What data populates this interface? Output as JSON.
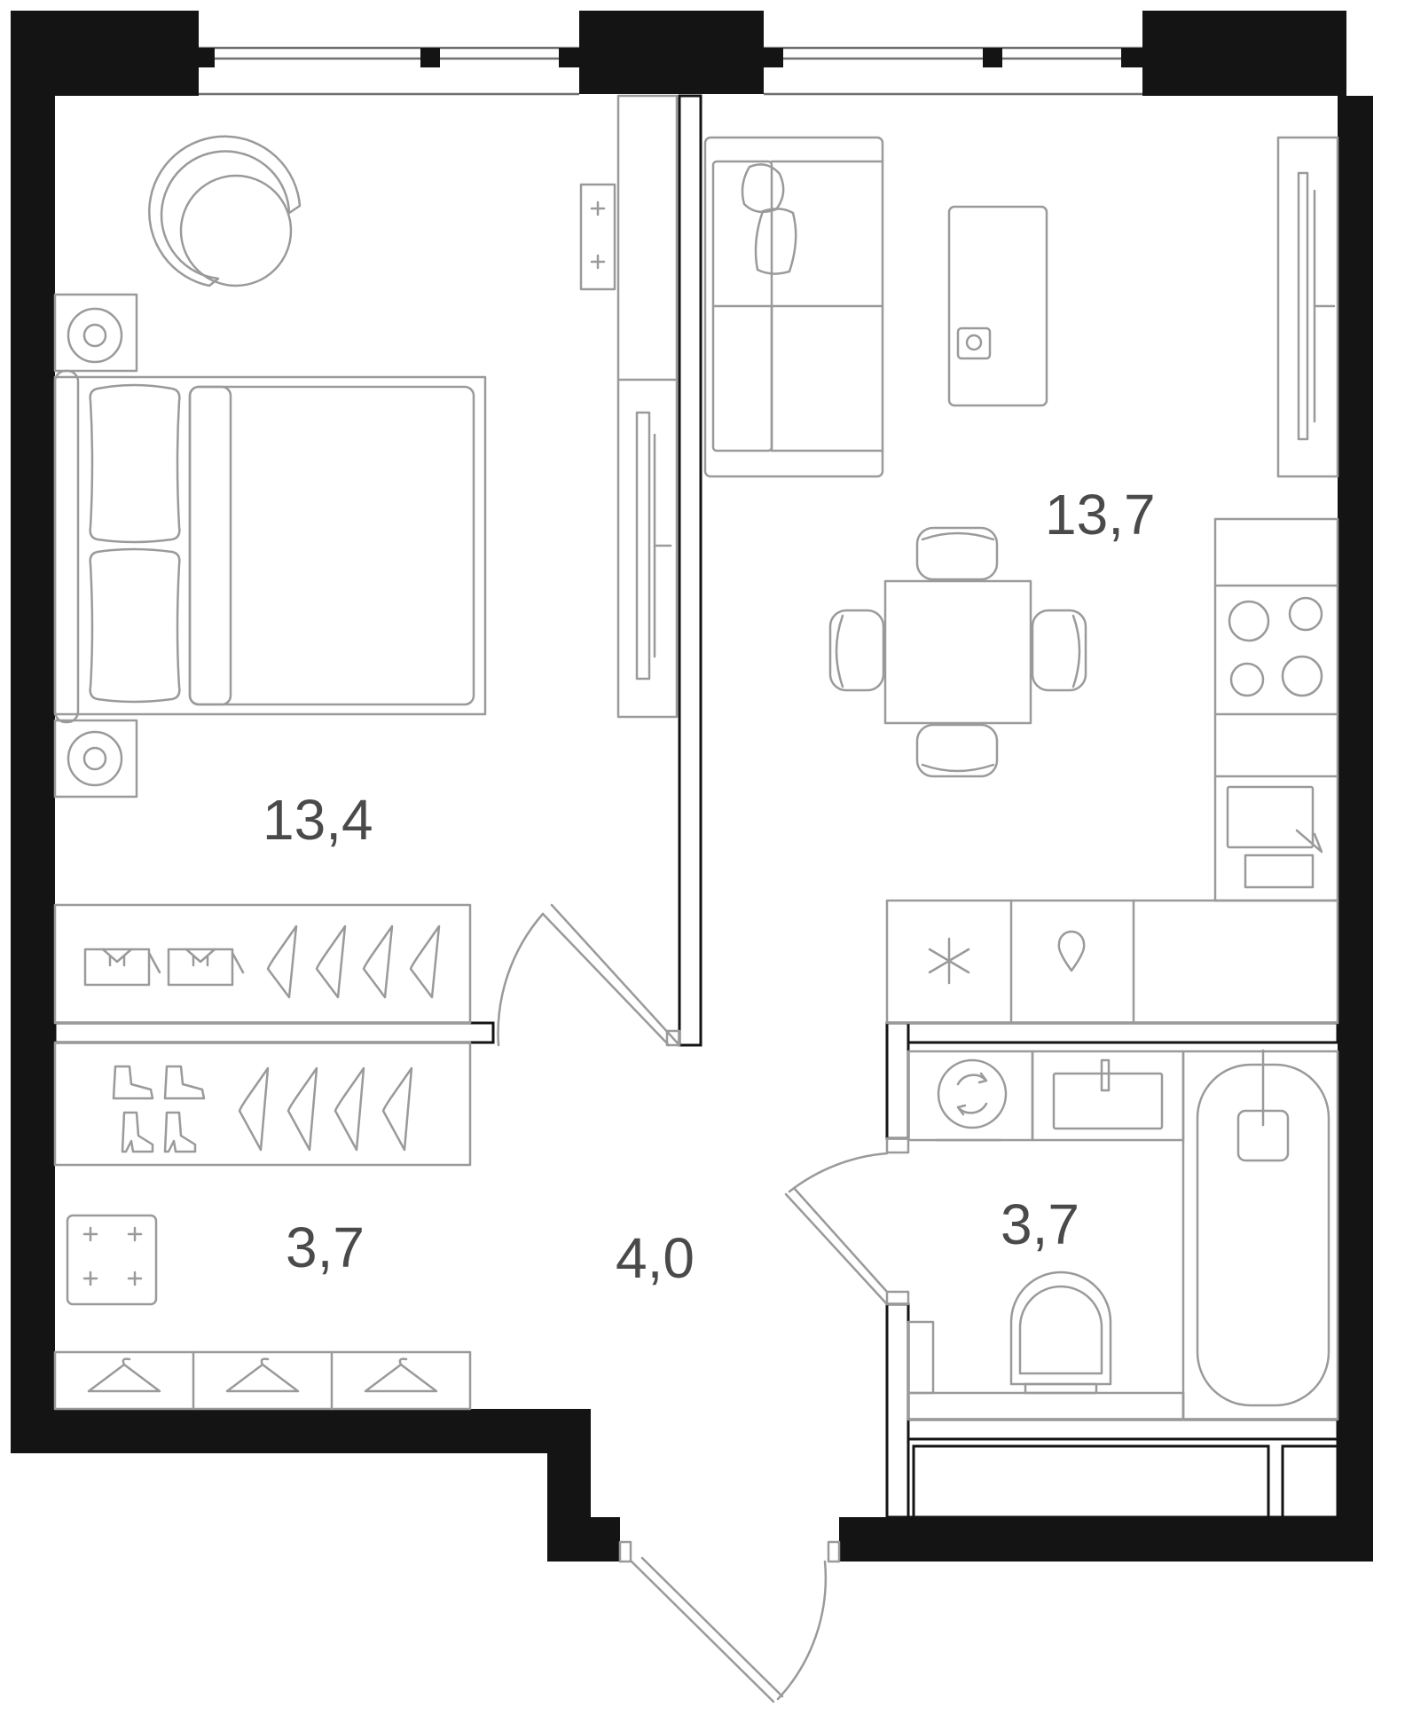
{
  "rooms": [
    {
      "id": "bedroom",
      "area": "13,4"
    },
    {
      "id": "living-kitchen",
      "area": "13,7"
    },
    {
      "id": "wardrobe",
      "area": "3,7"
    },
    {
      "id": "hallway",
      "area": "4,0"
    },
    {
      "id": "bathroom",
      "area": "3,7"
    }
  ],
  "colors": {
    "wall": "#141414",
    "furniture": "#9a9a9a",
    "label": "#4a4a4a",
    "background": "#ffffff"
  }
}
